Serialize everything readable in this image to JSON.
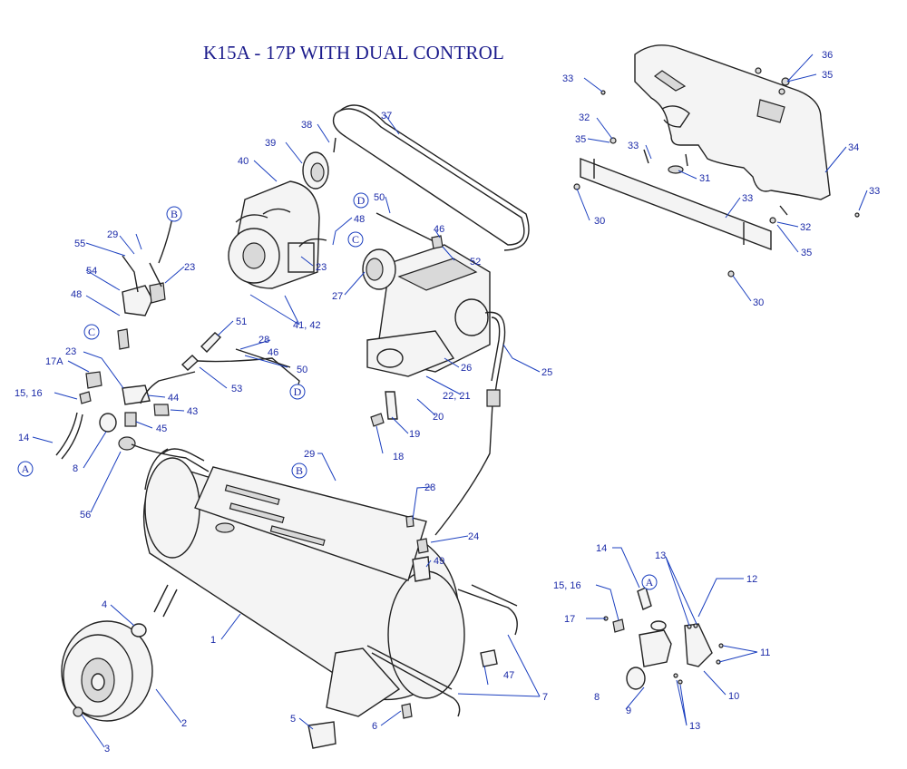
{
  "title": "K15A - 17P WITH DUAL CONTROL",
  "colors": {
    "title": "#1c1c8c",
    "callout": "#1b2aa8",
    "leader": "#1b3fbf",
    "drawing": "#222222"
  },
  "callouts": [
    "1",
    "2",
    "3",
    "4",
    "5",
    "6",
    "7",
    "8",
    "10",
    "11",
    "12",
    "13",
    "14",
    "15, 16",
    "17",
    "17A",
    "18",
    "19",
    "20",
    "21",
    "22, 21",
    "23",
    "24",
    "25",
    "26",
    "27",
    "28",
    "29",
    "30",
    "31",
    "32",
    "33",
    "34",
    "35",
    "36",
    "37",
    "38",
    "39",
    "40",
    "41, 42",
    "43",
    "44",
    "45",
    "46",
    "47",
    "48",
    "49",
    "50",
    "51",
    "52",
    "53",
    "54",
    "55",
    "56",
    "9"
  ],
  "labels": {
    "n1": "1",
    "n2": "2",
    "n3": "3",
    "n4": "4",
    "n5": "5",
    "n6": "6",
    "n7": "7",
    "n8a": "8",
    "n8b": "8",
    "n9": "9",
    "n10": "10",
    "n11": "11",
    "n12": "12",
    "n13a": "13",
    "n13b": "13",
    "n14a": "14",
    "n14b": "14",
    "n1516a": "15, 16",
    "n1516b": "15, 16",
    "n17": "17",
    "n17a": "17A",
    "n18": "18",
    "n19": "19",
    "n20": "20",
    "n2221": "22, 21",
    "n23a": "23",
    "n23b": "23",
    "n23c": "23",
    "n24": "24",
    "n25": "25",
    "n26": "26",
    "n27": "27",
    "n28a": "28",
    "n28b": "28",
    "n29a": "29",
    "n29b": "29",
    "n30a": "30",
    "n30b": "30",
    "n31": "31",
    "n32a": "32",
    "n32b": "32",
    "n33a": "33",
    "n33b": "33",
    "n33c": "33",
    "n33d": "33",
    "n34": "34",
    "n35a": "35",
    "n35b": "35",
    "n35c": "35",
    "n36": "36",
    "n37": "37",
    "n38": "38",
    "n39": "39",
    "n40": "40",
    "n4142": "41, 42",
    "n43": "43",
    "n44": "44",
    "n45": "45",
    "n46a": "46",
    "n46b": "46",
    "n47": "47",
    "n48a": "48",
    "n48b": "48",
    "n49": "49",
    "n50a": "50",
    "n50b": "50",
    "n51": "51",
    "n52": "52",
    "n53": "53",
    "n54": "54",
    "n55": "55",
    "n56": "56"
  },
  "letters": {
    "A1": "A",
    "A2": "A",
    "B1": "B",
    "B2": "B",
    "C1": "C",
    "C2": "C",
    "D1": "D",
    "D2": "D"
  }
}
